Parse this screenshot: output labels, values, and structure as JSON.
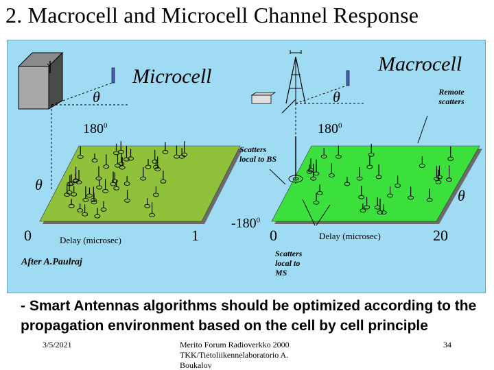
{
  "slide": {
    "title": "2. Macrocell and Microcell Channel Response",
    "labels": {
      "microcell": "Microcell",
      "macrocell": "Macrocell",
      "theta": "θ",
      "remote_scatters": "Remote scatters",
      "scatters_bs": "Scatters local to BS",
      "scatters_ms": "Scatters local to MS",
      "deg180_left": "180",
      "deg180_right": "180",
      "deg_neg180": "-180",
      "deg_sup": "0",
      "zero_left": "0",
      "zero_right": "0",
      "one": "1",
      "twenty": "20",
      "delay_left": "Delay (microsec)",
      "delay_right": "Delay (microsec)",
      "after": "After A.Paulraj"
    },
    "bullet": "- Smart Antennas algorithms should be optimized according to the propagation environment based on the cell by cell principle",
    "footer": {
      "date": "3/5/2021",
      "center": "Merito Forum Radioverkko 2000 TKK/Tietoliikennelaboratorio A. Boukalov",
      "page": "34"
    }
  },
  "colors": {
    "panel": "#9fdcf4",
    "left_plane": "#8fc13a",
    "right_plane": "#3ce03c",
    "antenna": "#4a5fb8"
  }
}
